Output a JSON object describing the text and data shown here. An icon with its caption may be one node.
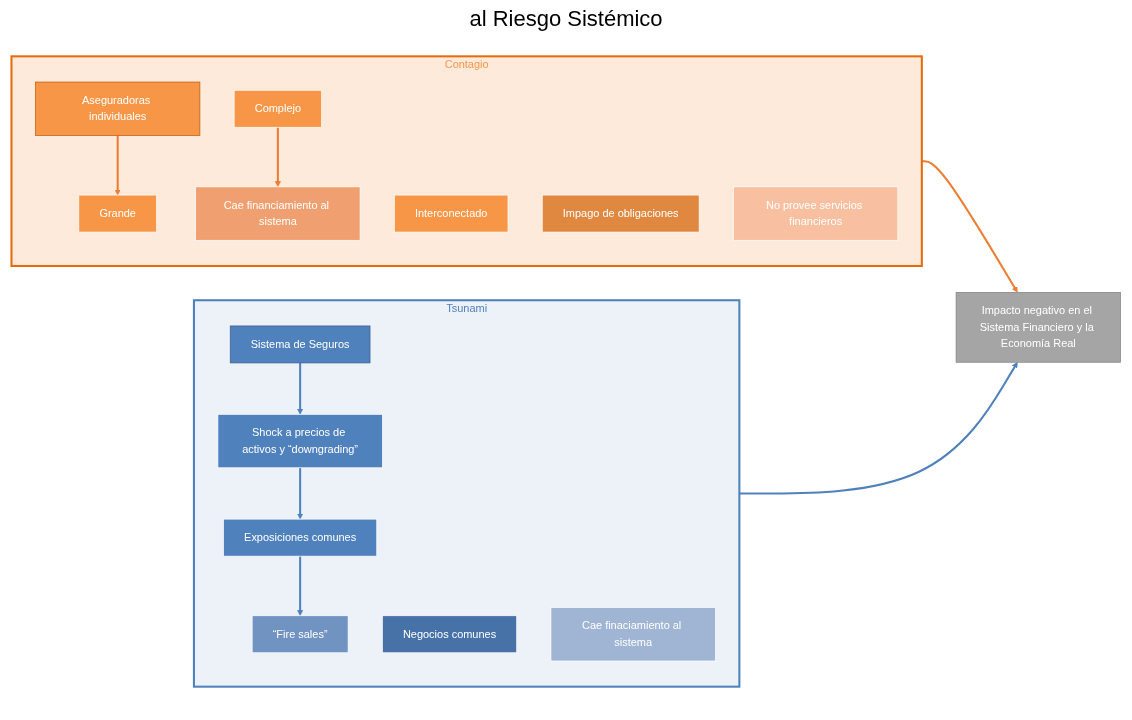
{
  "diagram": {
    "title": "al Riesgo Sistémico",
    "nodes": [
      {
        "text": [
          "Contagio"
        ]
      },
      {
        "text": [
          "Aseguradoras individuales"
        ],
        "in": 0
      },
      {
        "text": [
          "Grande"
        ],
        "in": 0
      },
      {
        "text": [
          "Interconectado"
        ],
        "in": 0
      },
      {
        "text": [
          "Complejo"
        ],
        "in": 0
      },
      {
        "text": [
          "Impago de obligaciones"
        ],
        "in": 0
      },
      {
        "text": [
          "Cae financiamiento al sistema"
        ],
        "in": 0
      },
      {
        "text": [
          "No provee servicios financieros"
        ],
        "in": 0
      },
      {
        "text": [
          "Impacto negativo en el Sistema Financiero y la Economía Real"
        ]
      },
      {
        "text": [
          "Tsunami"
        ]
      },
      {
        "text": [
          "Sistema de Seguros"
        ],
        "in": 9
      },
      {
        "text": [
          "Shock a precios de activos y “downgrading”"
        ],
        "in": 9
      },
      {
        "text": [
          "Exposiciones comunes"
        ],
        "in": 9
      },
      {
        "text": [
          "Negocios comunes"
        ],
        "in": 9
      },
      {
        "text": [
          "“Fire sales”"
        ],
        "in": 9
      },
      {
        "text": [
          "Cae finaciamiento al sistema"
        ],
        "in": 9
      }
    ],
    "edges": [
      {
        "from": 1,
        "to": 2,
        "arrow": "to",
        "color": "#ed7d31"
      },
      {
        "from": 4,
        "to": 6,
        "arrow": "to",
        "color": "#ed7d31"
      },
      {
        "from": 0,
        "to": 8,
        "arrow": "to",
        "color": "#ed7d31"
      },
      {
        "from": 10,
        "to": 11,
        "arrow": "to",
        "color": "#4f81bd"
      },
      {
        "from": 11,
        "to": 12,
        "arrow": "to",
        "color": "#4f81bd"
      },
      {
        "from": 12,
        "to": 14,
        "arrow": "to",
        "color": "#4f81bd"
      },
      {
        "from": 9,
        "to": 8,
        "arrow": "to",
        "color": "#4f81bd"
      }
    ]
  }
}
